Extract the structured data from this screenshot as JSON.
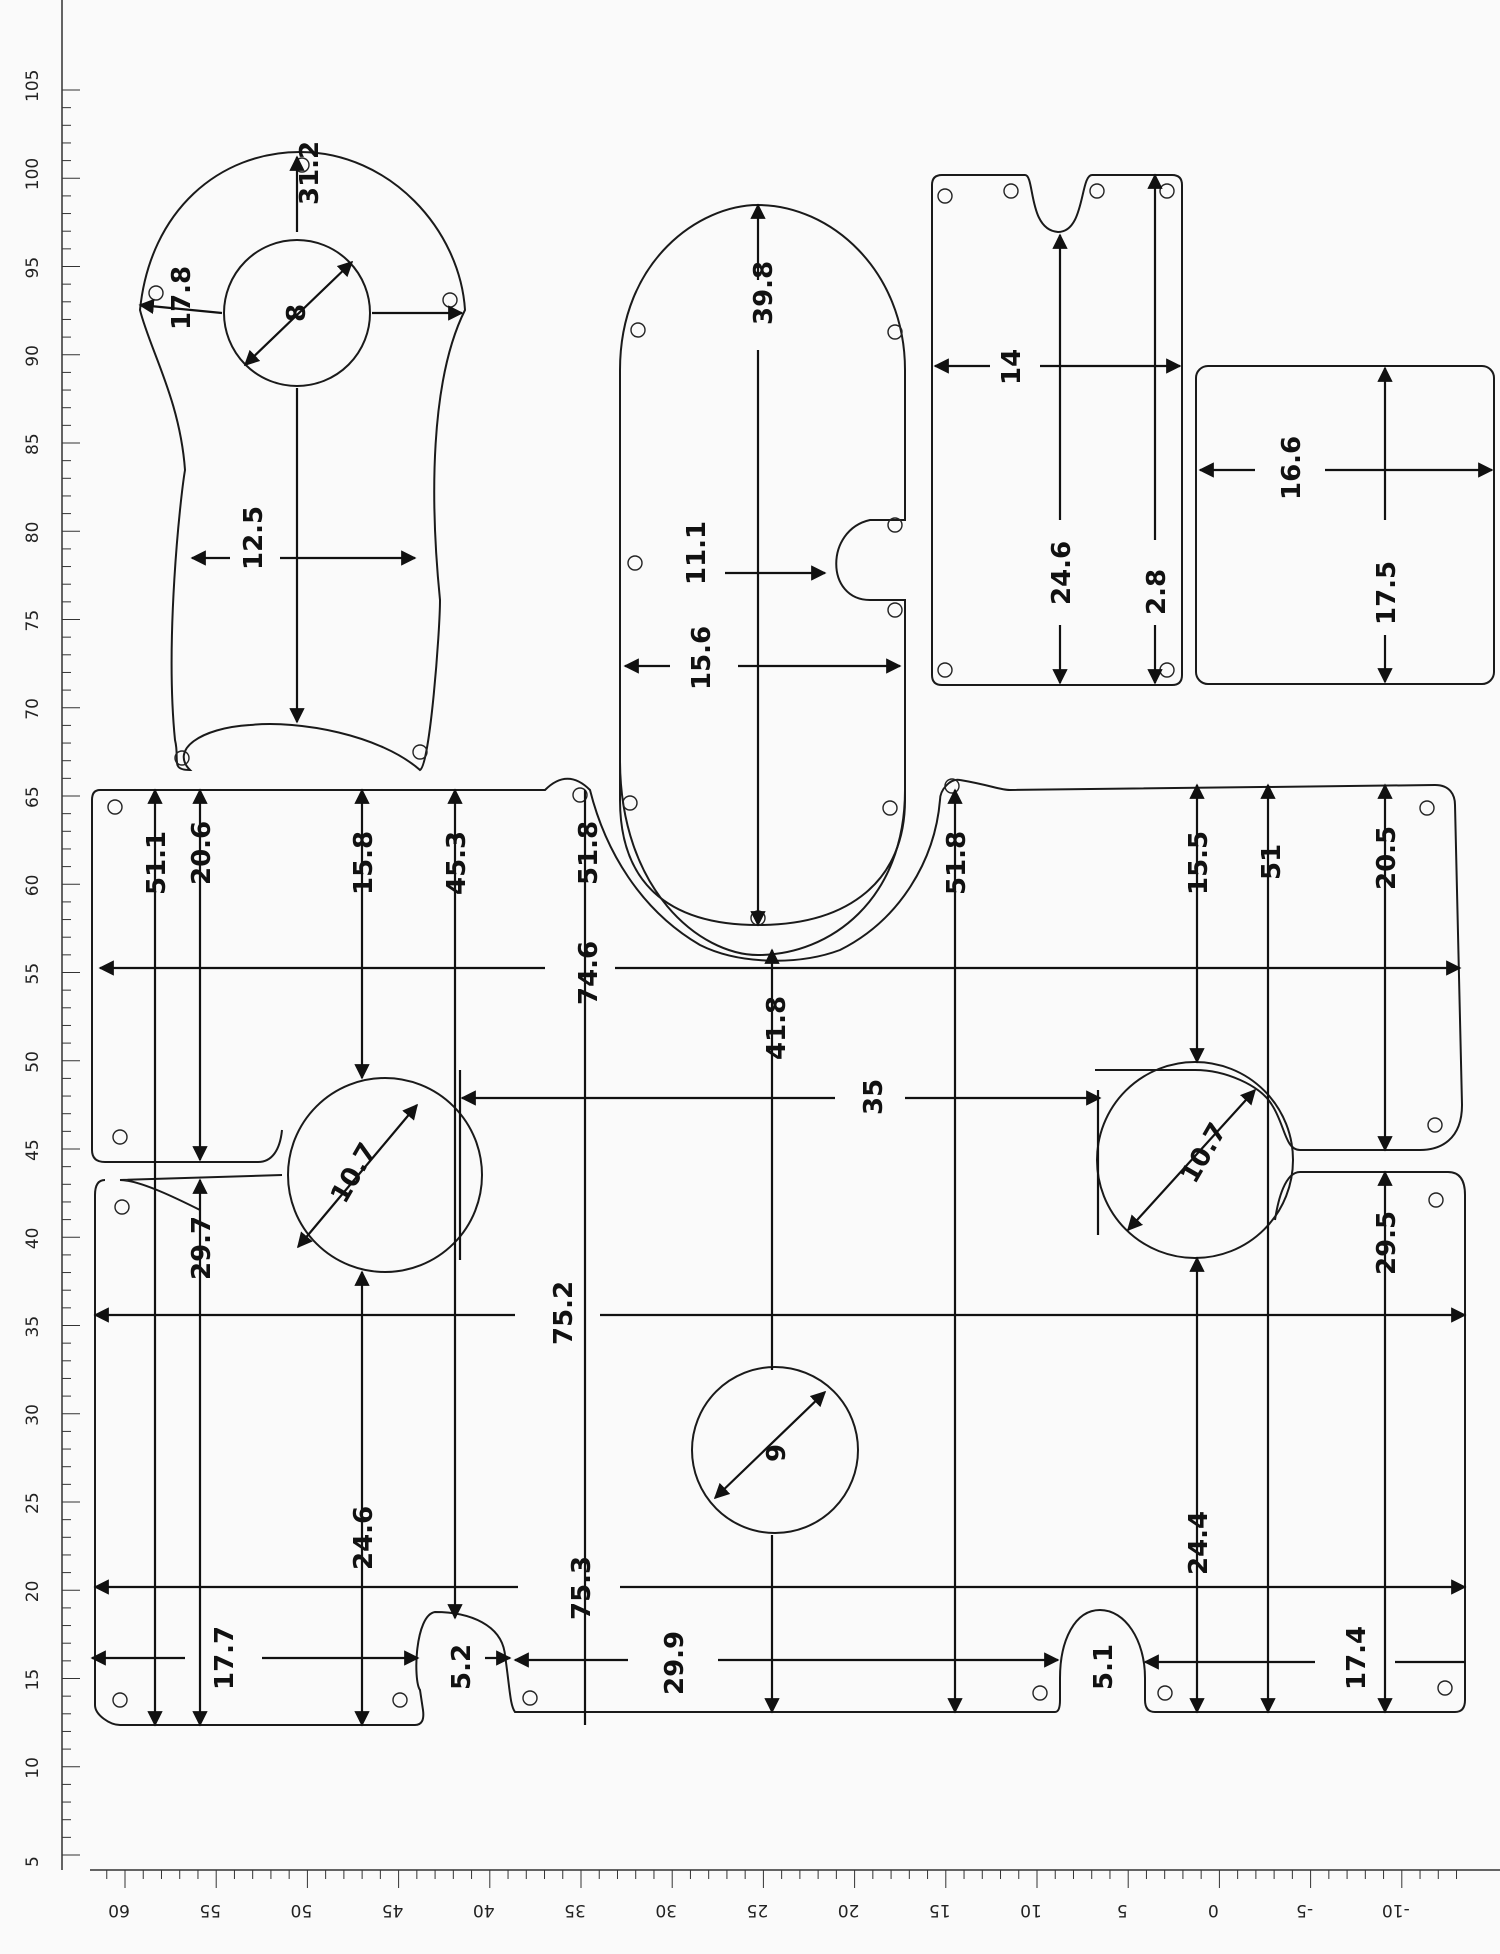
{
  "title": "",
  "rulers": {
    "left": {
      "labels": [
        "5",
        "10",
        "15",
        "20",
        "25",
        "30",
        "35",
        "40",
        "45",
        "50",
        "55",
        "60",
        "65",
        "70",
        "75",
        "80",
        "85",
        "90",
        "95",
        "100",
        "105"
      ]
    },
    "bottom": {
      "labels": [
        "60",
        "55",
        "50",
        "45",
        "40",
        "35",
        "30",
        "25",
        "20",
        "15",
        "10",
        "5",
        "0",
        "-5",
        "-10"
      ]
    }
  },
  "pieces": [
    {
      "id": "upper-left-pod",
      "dimensions": [
        "31.2",
        "17.8",
        "8",
        "12.5"
      ]
    },
    {
      "id": "center-oval",
      "dimensions": [
        "39.8",
        "11.1",
        "15.6"
      ]
    },
    {
      "id": "right-notched-panel",
      "dimensions": [
        "14",
        "24.6",
        "2.8"
      ]
    },
    {
      "id": "right-small-panel",
      "dimensions": [
        "16.6",
        "17.5"
      ]
    },
    {
      "id": "main-sheet",
      "dimensions": [
        "51.1",
        "20.6",
        "15.8",
        "45.3",
        "74.6",
        "51.8",
        "41.8",
        "51.8",
        "15.5",
        "51",
        "20.5",
        "10.7",
        "35",
        "10.7",
        "29.7",
        "29.5",
        "75.2",
        "9",
        "24.6",
        "24.4",
        "75.3",
        "17.7",
        "5.2",
        "29.9",
        "5.1",
        "17.4"
      ]
    }
  ]
}
